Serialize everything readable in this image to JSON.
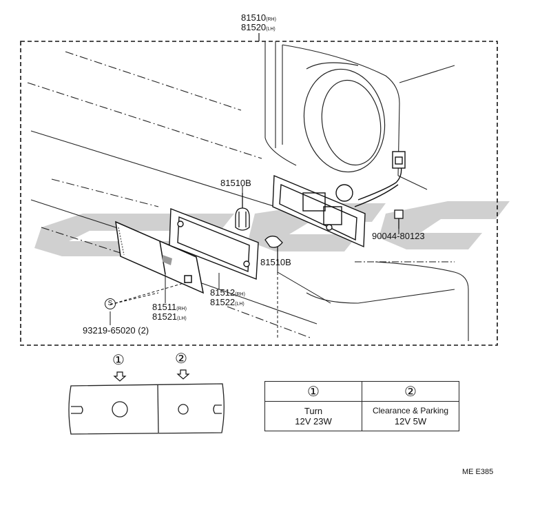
{
  "parts": {
    "assembly_rh": "81510",
    "assembly_lh": "81520",
    "bulb_top": "81510B",
    "bulb_side": "81510B",
    "gasket_rh": "81512",
    "gasket_lh": "81522",
    "lens_rh": "81511",
    "lens_lh": "81521",
    "clip": "90044-80123",
    "screw": "93219-65020 (2)",
    "rh_suffix": "(RH)",
    "lh_suffix": "(LH)",
    "screw_symbol": "S"
  },
  "legend": {
    "marker1": "①",
    "marker2": "②"
  },
  "table": {
    "header1": "①",
    "header2": "②",
    "col1_line1": "Turn",
    "col1_line2": "12V 23W",
    "col2_line1": "Clearance & Parking",
    "col2_line2": "12V 5W"
  },
  "drawing_code": "ME E385",
  "watermark_color": "#c8c8c8"
}
